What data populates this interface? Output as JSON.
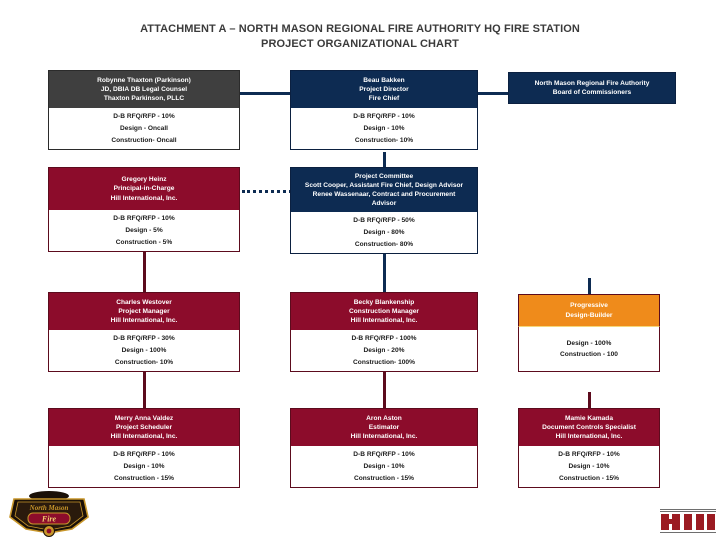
{
  "document": {
    "title_line1": "ATTACHMENT A – NORTH MASON REGIONAL FIRE AUTHORITY HQ FIRE STATION",
    "title_line2": "PROJECT ORGANIZATIONAL CHART"
  },
  "colors": {
    "maroon": "#8c0c2b",
    "maroon_border": "#5c0b1d",
    "navy": "#0d2b52",
    "grey": "#3f3f3f",
    "orange": "#ef8b1b",
    "white": "#ffffff",
    "title_text": "#3b3b3b"
  },
  "nodes": {
    "legal_counsel": {
      "name": "Robynne Thaxton (Parkinson)",
      "role": "JD, DBIA DB Legal Counsel",
      "org": "Thaxton Parkinson, PLLC",
      "alloc": {
        "rfq": "D-B RFQ/RFP - 10%",
        "design": "Design - Oncall",
        "construction": "Construction- Oncall"
      }
    },
    "project_director": {
      "name": "Beau Bakken",
      "role": "Project Director",
      "org": "Fire Chief",
      "alloc": {
        "rfq": "D-B RFQ/RFP - 10%",
        "design": "Design - 10%",
        "construction": "Construction- 10%"
      }
    },
    "board": {
      "line1": "North Mason Regional Fire Authority",
      "line2": "Board of Commissioners"
    },
    "principal_in_charge": {
      "name": "Gregory Heinz",
      "role": "Principal-in-Charge",
      "org": "Hill International, Inc.",
      "alloc": {
        "rfq": "D-B RFQ/RFP - 10%",
        "design": "Design - 5%",
        "construction": "Construction - 5%"
      }
    },
    "project_committee": {
      "name": "Project Committee",
      "role": "Scott Cooper, Assistant Fire Chief, Design Advisor",
      "org": "Renee Wassenaar, Contract and Procurement",
      "org2": "Advisor",
      "alloc": {
        "rfq": "D-B RFQ/RFP - 50%",
        "design": "Design - 80%",
        "construction": "Construction- 80%"
      }
    },
    "project_manager": {
      "name": "Charles Westover",
      "role": "Project Manager",
      "org": "Hill International, Inc.",
      "alloc": {
        "rfq": "D-B RFQ/RFP - 30%",
        "design": "Design - 100%",
        "construction": "Construction- 10%"
      }
    },
    "construction_manager": {
      "name": "Becky Blankenship",
      "role": "Construction Manager",
      "org": "Hill International, Inc.",
      "alloc": {
        "rfq": "D-B RFQ/RFP - 100%",
        "design": "Design - 20%",
        "construction": "Construction- 100%"
      }
    },
    "design_builder": {
      "line1": "Progressive",
      "line2": "Design-Builder",
      "alloc": {
        "design": "Design - 100%",
        "construction": "Construction - 100"
      }
    },
    "scheduler": {
      "name": "Merry Anna Valdez",
      "role": "Project Scheduler",
      "org": "Hill International, Inc.",
      "alloc": {
        "rfq": "D-B RFQ/RFP - 10%",
        "design": "Design - 10%",
        "construction": "Construction - 15%"
      }
    },
    "estimator": {
      "name": "Aron Aston",
      "role": "Estimator",
      "org": "Hill International, Inc.",
      "alloc": {
        "rfq": "D-B RFQ/RFP - 10%",
        "design": "Design - 10%",
        "construction": "Construction - 15%"
      }
    },
    "document_controls": {
      "name": "Mamie Kamada",
      "role": "Document Controls Specialist",
      "org": "Hill International, Inc.",
      "alloc": {
        "rfq": "D-B RFQ/RFP - 10%",
        "design": "Design - 10%",
        "construction": "Construction - 15%"
      }
    }
  },
  "logos": {
    "fire_department": {
      "line1": "North Mason",
      "line2": "Fire"
    },
    "hill": {
      "text": "HILL"
    }
  }
}
